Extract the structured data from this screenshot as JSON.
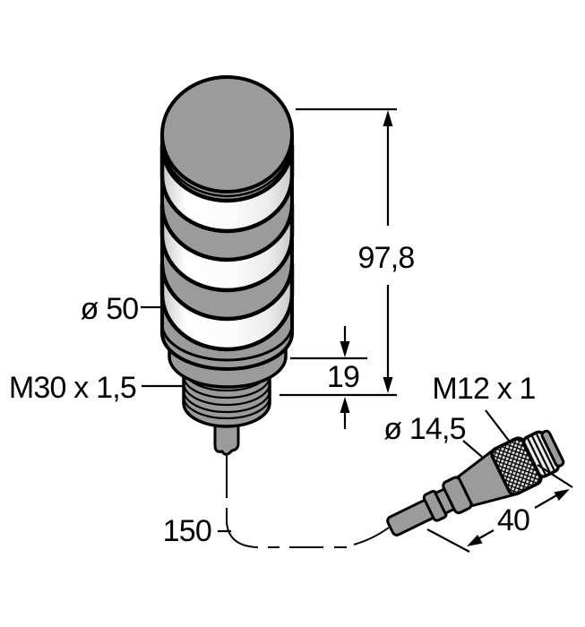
{
  "diagram": {
    "kind": "technical-dimension-drawing",
    "dimensions": {
      "tower_height": "97,8",
      "base_section_height": "19",
      "tower_diameter": "ø 50",
      "mounting_thread": "M30 x 1,5",
      "connector_thread": "M12 x 1",
      "connector_diameter": "ø 14,5",
      "connector_length": "40",
      "cable_length": "150"
    },
    "colors": {
      "outline": "#000000",
      "body_gray": "#9b9b9b",
      "lens_white": "#ffffff",
      "background": "#ffffff"
    }
  }
}
